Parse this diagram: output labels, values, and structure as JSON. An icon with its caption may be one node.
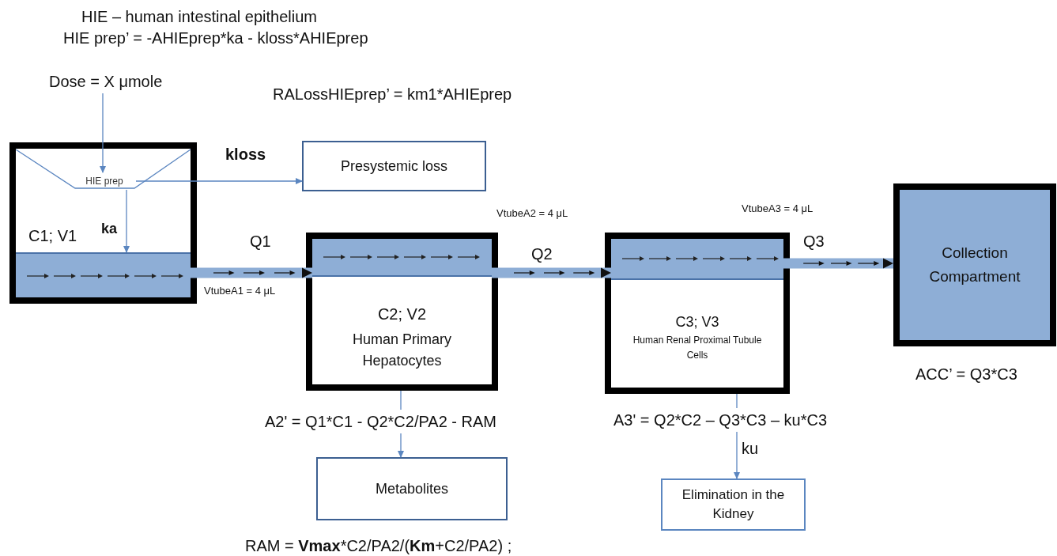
{
  "diagram": {
    "nodes": [
      {
        "text": [
          "Dose = X μmole"
        ]
      },
      {
        "text": [
          "C1; V1"
        ]
      },
      {
        "text": [
          "HIE prep"
        ],
        "in": 1
      },
      {
        "text": [],
        "shape": "bar",
        "in": 1
      },
      {
        "text": [
          "Presystemic loss"
        ]
      },
      {
        "text": [
          "C2; V2",
          "Human Primary Hepatocytes"
        ]
      },
      {
        "text": [],
        "shape": "bar",
        "in": 5
      },
      {
        "text": [
          "C3; V3",
          "Human Renal Proximal Tubule Cells"
        ]
      },
      {
        "text": [],
        "shape": "bar",
        "in": 7
      },
      {
        "text": [
          "Collection Compartment"
        ]
      },
      {
        "text": [
          "Metabolites"
        ]
      },
      {
        "text": [
          "Elimination in the Kidney"
        ]
      }
    ],
    "edges": [
      {
        "from": 0,
        "to": 2,
        "arrow": "to"
      },
      {
        "from": 2,
        "to": 4,
        "arrow": "to",
        "label": "kloss"
      },
      {
        "from": 2,
        "to": 3,
        "arrow": "to",
        "label": "ka"
      },
      {
        "from": 3,
        "to": 6,
        "arrow": "to",
        "label": "Q1",
        "style": "thick"
      },
      {
        "from": 6,
        "to": 8,
        "arrow": "to",
        "label": "Q2",
        "style": "thick"
      },
      {
        "from": 8,
        "to": 9,
        "arrow": "to",
        "label": "Q3",
        "style": "thick"
      },
      {
        "from": 5,
        "to": 10,
        "arrow": "to"
      },
      {
        "from": 7,
        "to": 11,
        "arrow": "to",
        "label": "ku"
      }
    ],
    "labels": [
      "HIE – human intestinal epithelium",
      "HIE prep’ = -AHIEprep*ka - kloss*AHIEprep",
      "RALossHIEprep’ = km1*AHIEprep",
      "VtubeA1 = 4 μL",
      "VtubeA2 = 4 μL",
      "VtubeA3 = 4 μL",
      "A2' = Q1*C1 - Q2*C2/PA2 - RAM",
      "A3' = Q2*C2 – Q3*C3 – ku*C3",
      "ACC’ = Q3*C3",
      "RAM = **Vmax***C2/PA2/(**Km**+C2/PA2) ;"
    ]
  }
}
